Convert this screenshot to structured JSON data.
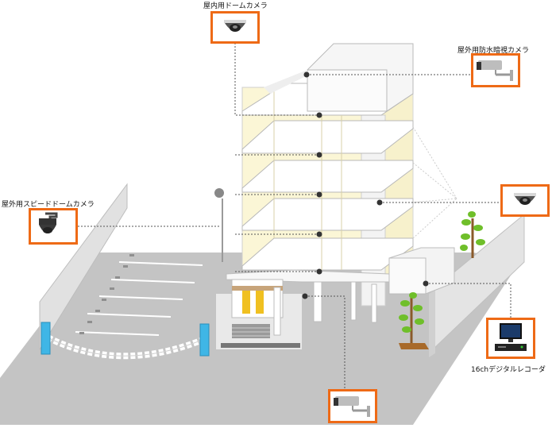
{
  "labels": {
    "indoor_dome": "屋内用ドームカメラ",
    "outdoor_ir": "屋外用防水暗視カメラ",
    "outdoor_speed_dome": "屋外用スピードドームカメラ",
    "recorder": "16chデジタルレコーダ"
  },
  "icons": [
    "indoor-dome-camera-icon",
    "outdoor-ir-camera-icon",
    "speed-dome-camera-icon",
    "dome-camera-icon",
    "digital-recorder-icon",
    "bullet-camera-icon"
  ],
  "colors": {
    "camera_frame": "#ee6a16",
    "ground": "#bdbdbd",
    "wall": "#d9d9d9",
    "building_fill": "#fbf6d6",
    "leader_line": "#555555",
    "bollard": "#3fb6e6"
  }
}
